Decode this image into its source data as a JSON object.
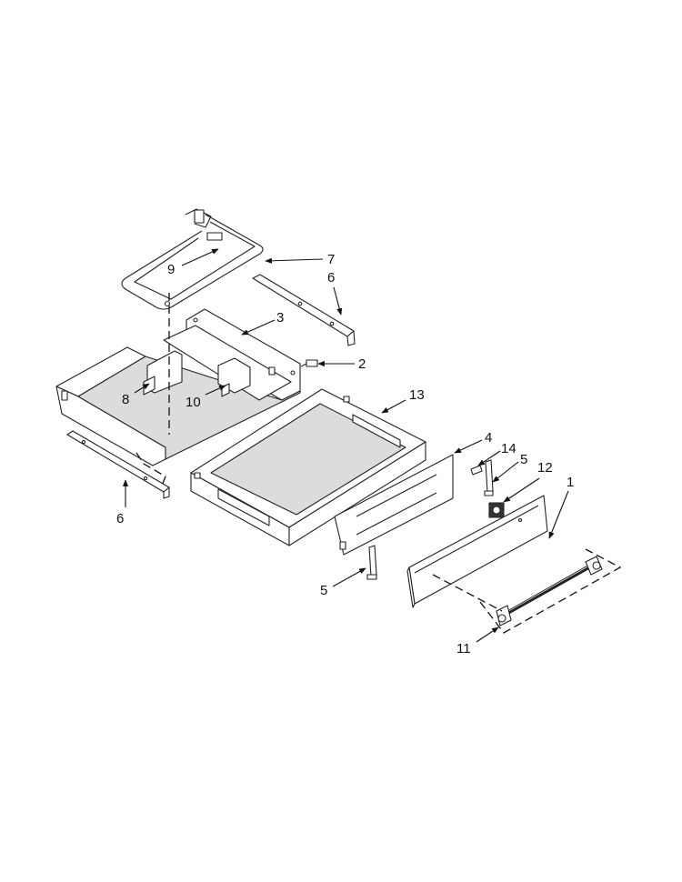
{
  "callouts": {
    "c1": "1",
    "c2": "2",
    "c3": "3",
    "c4": "4",
    "c5a": "5",
    "c5b": "5",
    "c6a": "6",
    "c6b": "6",
    "c7": "7",
    "c8": "8",
    "c9": "9",
    "c10": "10",
    "c11": "11",
    "c12": "12",
    "c13": "13",
    "c14": "14"
  }
}
